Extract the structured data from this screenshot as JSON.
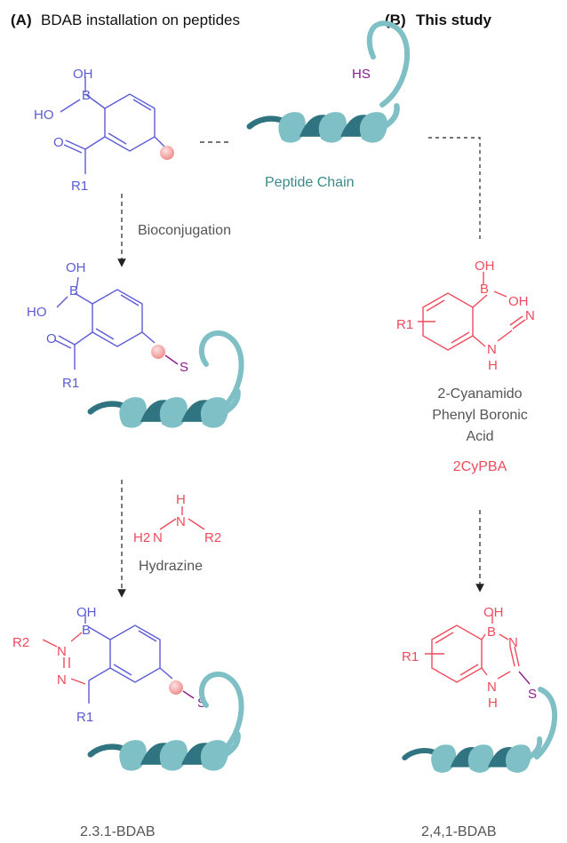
{
  "panel_a": {
    "tag": "(A)",
    "title": "BDAB installation on peptides",
    "step1": "Bioconjugation",
    "hydrazine": {
      "h": "H",
      "n1": "N",
      "n2": "N",
      "h2": "H2",
      "r2": "R2",
      "name": "Hydrazine"
    },
    "product": "2.3.1-BDAB"
  },
  "panel_b": {
    "tag": "(B)",
    "title": "This study",
    "reagent_name_lines": [
      "2-Cyanamido",
      "Phenyl Boronic",
      "Acid"
    ],
    "reagent_abbrev": "2CyPBA",
    "product": "2,4,1-BDAB"
  },
  "center": {
    "peptide_label": "Peptide Chain",
    "thiol": "HS"
  },
  "atoms": {
    "oh": "OH",
    "ho": "HO",
    "b": "B",
    "o": "O",
    "r1": "R1",
    "r2": "R2",
    "s": "S",
    "n": "N",
    "h": "H"
  },
  "colors": {
    "blue": "#5b5bd6",
    "red": "#ee4b5c",
    "purple": "#8a1b8a",
    "teal_light": "#7fbfc6",
    "teal_dark": "#2f7480",
    "teal_text": "#3a8a8a",
    "gray_text": "#555555",
    "bead": "#f4a8a8"
  }
}
